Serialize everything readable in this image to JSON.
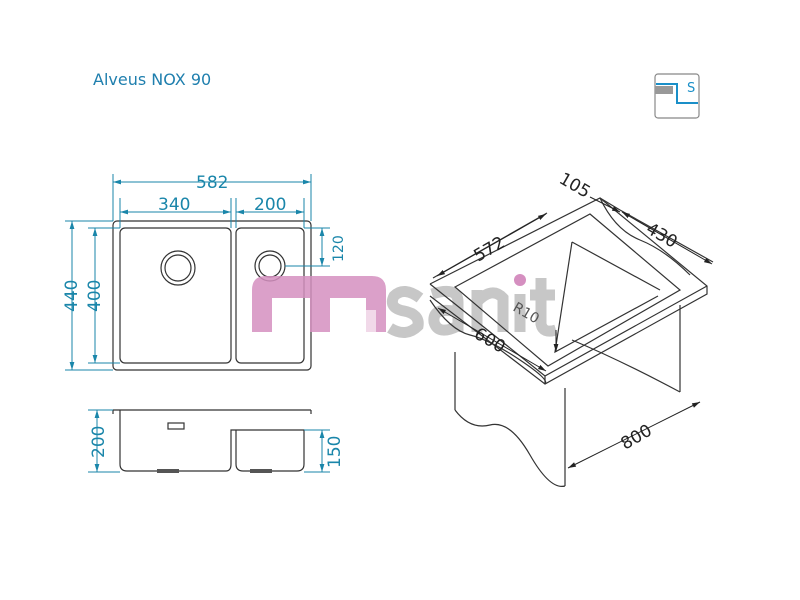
{
  "title": "Alveus NOX 90",
  "badge": {
    "icon": "undermount-s-icon",
    "letter": "S"
  },
  "top_view": {
    "overall_width": "582",
    "left_bowl_width": "340",
    "right_bowl_width": "200",
    "overall_depth": "440",
    "bowl_depth": "400",
    "drain_offset": "120"
  },
  "side_view": {
    "left_bowl_depth": "200",
    "right_bowl_depth": "150"
  },
  "iso_view": {
    "inner_width": "572",
    "offset": "105",
    "depth": "430",
    "cabinet_width": "600",
    "radius": "R10",
    "cabinet_min": "800"
  },
  "watermark": {
    "text": "msanit",
    "accent": "#d58fc0"
  },
  "colors": {
    "dimension": "#1a86aa",
    "title": "#1f7fae"
  }
}
